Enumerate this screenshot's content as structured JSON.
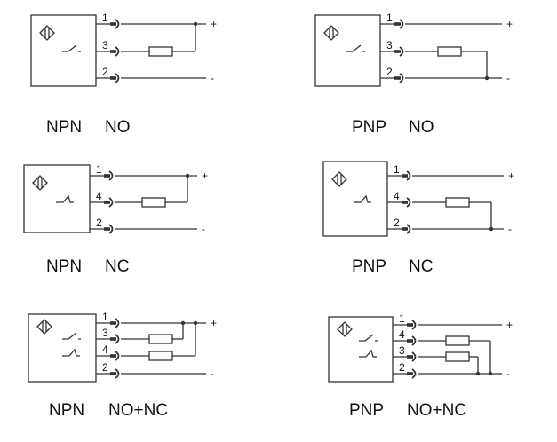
{
  "diagrams": [
    {
      "type": "NPN",
      "mode": "NO",
      "pins": [
        "1",
        "3",
        "2"
      ],
      "contacts": [
        "no"
      ],
      "polarity": [
        "+",
        "-"
      ]
    },
    {
      "type": "PNP",
      "mode": "NO",
      "pins": [
        "1",
        "3",
        "2"
      ],
      "contacts": [
        "no"
      ],
      "polarity": [
        "+",
        "-"
      ]
    },
    {
      "type": "NPN",
      "mode": "NC",
      "pins": [
        "1",
        "4",
        "2"
      ],
      "contacts": [
        "nc"
      ],
      "polarity": [
        "+",
        "-"
      ]
    },
    {
      "type": "PNP",
      "mode": "NC",
      "pins": [
        "1",
        "4",
        "2"
      ],
      "contacts": [
        "nc"
      ],
      "polarity": [
        "+",
        "-"
      ]
    },
    {
      "type": "NPN",
      "mode": "NO+NC",
      "pins": [
        "1",
        "3",
        "4",
        "2"
      ],
      "contacts": [
        "no",
        "nc"
      ],
      "polarity": [
        "+",
        "-"
      ]
    },
    {
      "type": "PNP",
      "mode": "NO+NC",
      "pins": [
        "1",
        "4",
        "3",
        "2"
      ],
      "contacts": [
        "no",
        "nc"
      ],
      "polarity": [
        "+",
        "-"
      ]
    }
  ],
  "colors": {
    "line": "#333333",
    "text": "#111111"
  }
}
